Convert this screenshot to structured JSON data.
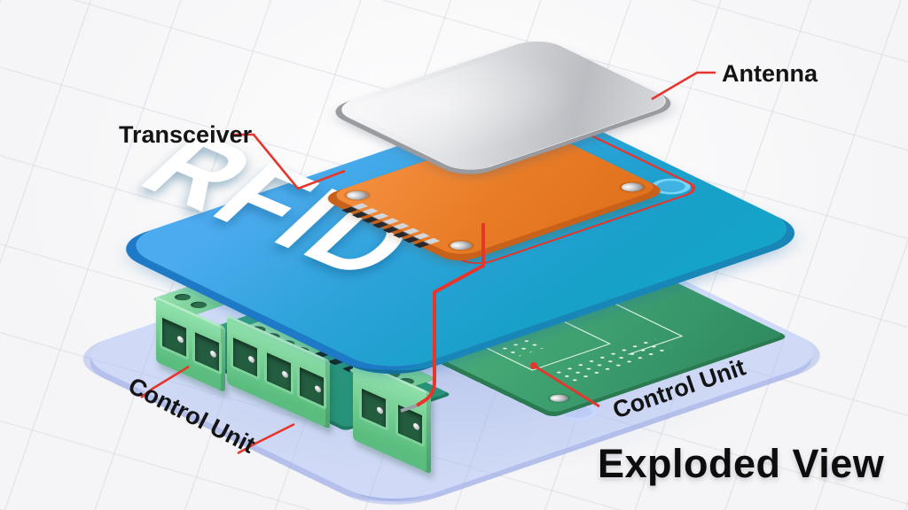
{
  "title": "Exploded View",
  "device_text": "RFID",
  "labels": {
    "antenna": "Antenna",
    "transceiver": "Transceiver",
    "control_unit_right": "Control Unit",
    "control_unit_left": "Control Unit"
  },
  "components": {
    "antenna_plate": "silver antenna plate",
    "transceiver_module": "orange transceiver module",
    "rfid_board": "blue RFID board",
    "control_pcb": "green control unit PCB",
    "terminal_blocks": "green screw terminal blocks"
  },
  "colors": {
    "leader_red": "#e8352c",
    "board_blue": "#2aa2d8",
    "pcb_green": "#3fa06b",
    "module_orange": "#e87b25",
    "antenna_silver": "#cfd0d4",
    "terminal_green": "#6cc488",
    "label_text": "#141414",
    "background": "#f5f5f7"
  }
}
